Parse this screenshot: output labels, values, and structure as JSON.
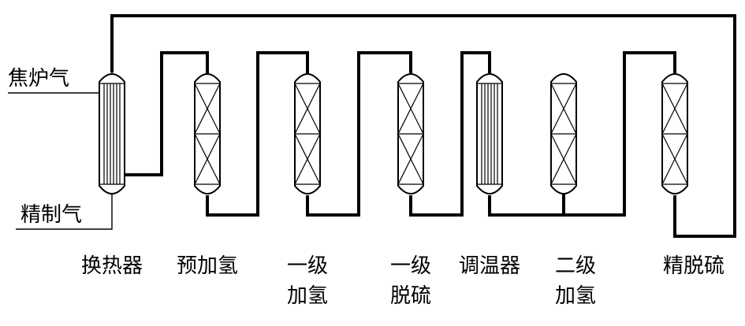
{
  "inlet_label": "焦炉气",
  "outlet_label": "精制气",
  "units": [
    {
      "line1": "换热器",
      "line2": "",
      "kind": "tube-exchanger"
    },
    {
      "line1": "预加氢",
      "line2": "",
      "kind": "packed-reactor"
    },
    {
      "line1": "一级",
      "line2": "加氢",
      "kind": "packed-reactor"
    },
    {
      "line1": "一级",
      "line2": "脱硫",
      "kind": "packed-reactor"
    },
    {
      "line1": "调温器",
      "line2": "",
      "kind": "tube-exchanger"
    },
    {
      "line1": "二级",
      "line2": "加氢",
      "kind": "packed-reactor"
    },
    {
      "line1": "精脱硫",
      "line2": "",
      "kind": "packed-reactor"
    }
  ]
}
